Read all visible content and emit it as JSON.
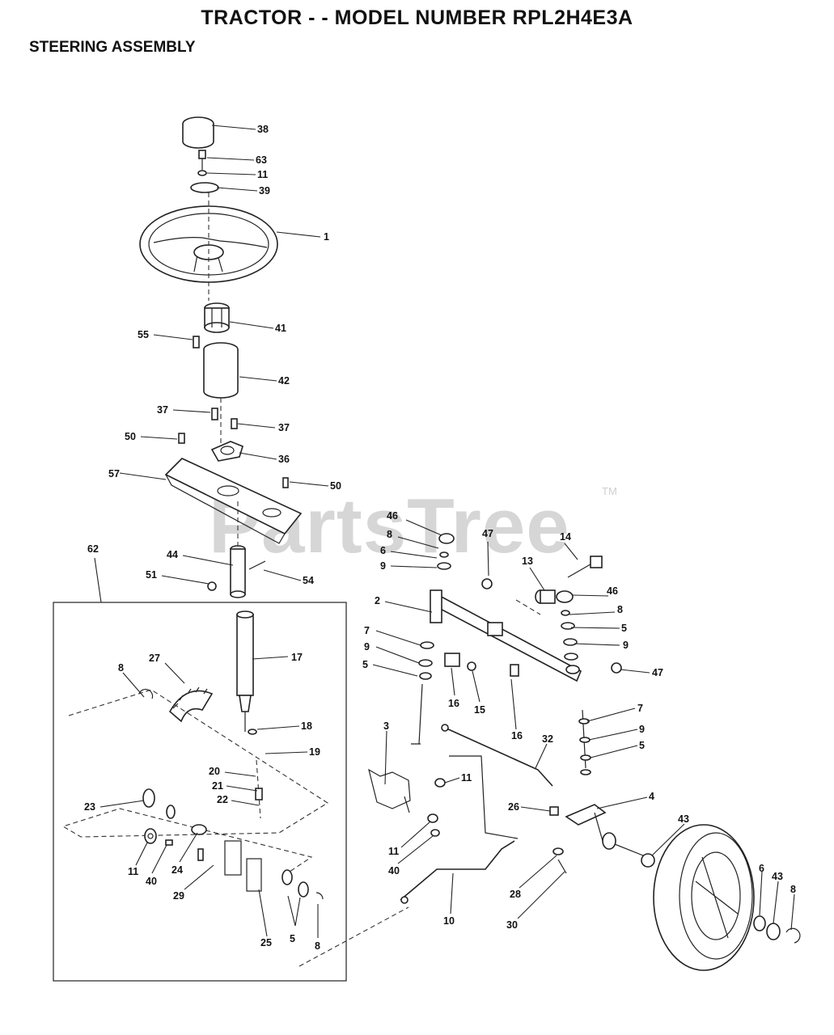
{
  "header": {
    "title": "TRACTOR - - MODEL NUMBER RPL2H4E3A",
    "section": "STEERING ASSEMBLY"
  },
  "watermark": {
    "text": "PartsTree",
    "tm": "TM"
  },
  "callouts": [
    "38",
    "63",
    "11",
    "39",
    "1",
    "41",
    "55",
    "42",
    "37",
    "37",
    "50",
    "36",
    "57",
    "50",
    "62",
    "44",
    "51",
    "54",
    "17",
    "8",
    "27",
    "18",
    "19",
    "20",
    "21",
    "22",
    "23",
    "11",
    "40",
    "24",
    "29",
    "25",
    "5",
    "8",
    "46",
    "8",
    "6",
    "9",
    "47",
    "14",
    "13",
    "2",
    "46",
    "8",
    "5",
    "9",
    "7",
    "9",
    "5",
    "16",
    "15",
    "16",
    "47",
    "3",
    "11",
    "32",
    "7",
    "9",
    "5",
    "4",
    "26",
    "43",
    "11",
    "40",
    "28",
    "10",
    "30",
    "6",
    "43",
    "8"
  ]
}
